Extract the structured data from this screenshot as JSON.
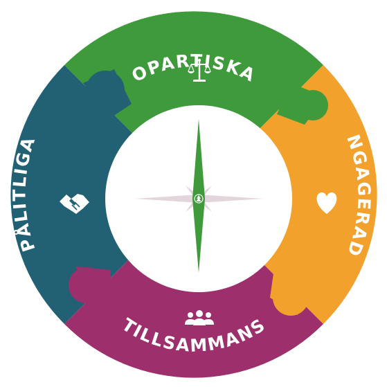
{
  "segments": {
    "top": {
      "label": "OPARTISKA",
      "color": "#3f9a3c",
      "icon": "scales-icon"
    },
    "right": {
      "label": "ENGAGERADE",
      "color": "#f2a12c",
      "icon": "heart-icon"
    },
    "bottom": {
      "label": "TILLSAMMANS",
      "color": "#9d306c",
      "icon": "people-icon"
    },
    "left": {
      "label": "PÅLITLIGA",
      "color": "#216173",
      "icon": "handshake-icon"
    }
  },
  "center": {
    "icon": "compass-icon",
    "needle_color": "#3f9a3c",
    "cross_color": "#e2d6dc",
    "emblem_icon": "tree-emblem-icon"
  }
}
